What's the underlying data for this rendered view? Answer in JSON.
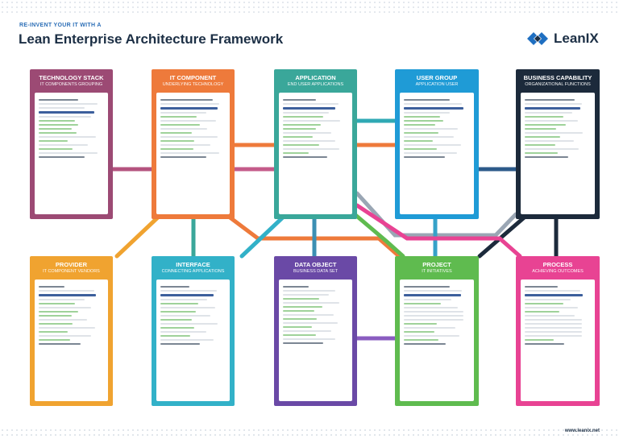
{
  "header": {
    "eyebrow": "RE-INVENT YOUR IT WITH A",
    "title": "Lean Enterprise Architecture Framework",
    "logo_text": "LeanIX"
  },
  "footer": {
    "url": "www.leanix.net"
  },
  "cards": [
    {
      "id": "tech",
      "title": "TECHNOLOGY STACK",
      "subtitle": "IT COMPONENTS GROUPING",
      "color": "#9c4a74"
    },
    {
      "id": "itc",
      "title": "IT COMPONENT",
      "subtitle": "UNDERLYING TECHNOLOGY",
      "color": "#ee7a3b"
    },
    {
      "id": "app",
      "title": "APPLICATION",
      "subtitle": "END USER APPLICATIONS",
      "color": "#3aa79a"
    },
    {
      "id": "ug",
      "title": "USER GROUP",
      "subtitle": "APPLICATION USER",
      "color": "#1f9bd6"
    },
    {
      "id": "bc",
      "title": "BUSINESS CAPABILITY",
      "subtitle": "ORGANIZATIONAL FUNCTIONS",
      "color": "#1c2a3b"
    },
    {
      "id": "prov",
      "title": "PROVIDER",
      "subtitle": "IT COMPONENT VENDORS",
      "color": "#f0a330"
    },
    {
      "id": "int",
      "title": "INTERFACE",
      "subtitle": "CONNECTING APPLICATIONS",
      "color": "#32b1c8"
    },
    {
      "id": "do",
      "title": "DATA OBJECT",
      "subtitle": "BUSINESS DATA SET",
      "color": "#6a49a6"
    },
    {
      "id": "proj",
      "title": "PROJECT",
      "subtitle": "IT INITIATIVES",
      "color": "#5fbb4f"
    },
    {
      "id": "proc",
      "title": "PROCESS",
      "subtitle": "ACHIEVING OUTCOMES",
      "color": "#e84393"
    }
  ]
}
